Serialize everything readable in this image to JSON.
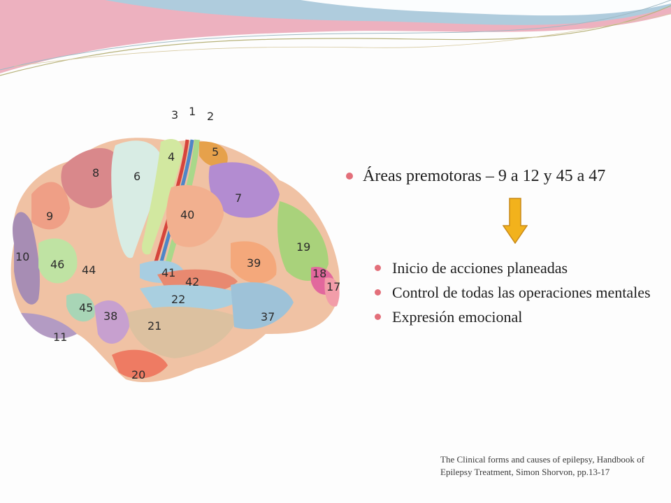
{
  "main_bullet": "Áreas premotoras – 9 a 12 y 45 a 47",
  "sub_bullets": [
    "Inicio de acciones planeadas",
    "Control de todas las operaciones mentales",
    "Expresión emocional"
  ],
  "citation": "The Clinical forms and causes of epilepsy, Handbook of Epilepsy Treatment, Simon Shorvon, pp.13-17",
  "brain_areas": [
    "3",
    "1",
    "2",
    "4",
    "5",
    "6",
    "7",
    "8",
    "9",
    "10",
    "11",
    "17",
    "18",
    "19",
    "20",
    "21",
    "22",
    "37",
    "38",
    "39",
    "40",
    "41",
    "42",
    "44",
    "45",
    "46"
  ],
  "colors": {
    "bullet": "#e36f7a",
    "arrow_fill": "#f2b21c",
    "arrow_stroke": "#c8891a",
    "wave_pink": "#eaa3b4",
    "wave_blue": "#a7cfe0"
  },
  "icons": {
    "arrow": "down-arrow-icon"
  }
}
